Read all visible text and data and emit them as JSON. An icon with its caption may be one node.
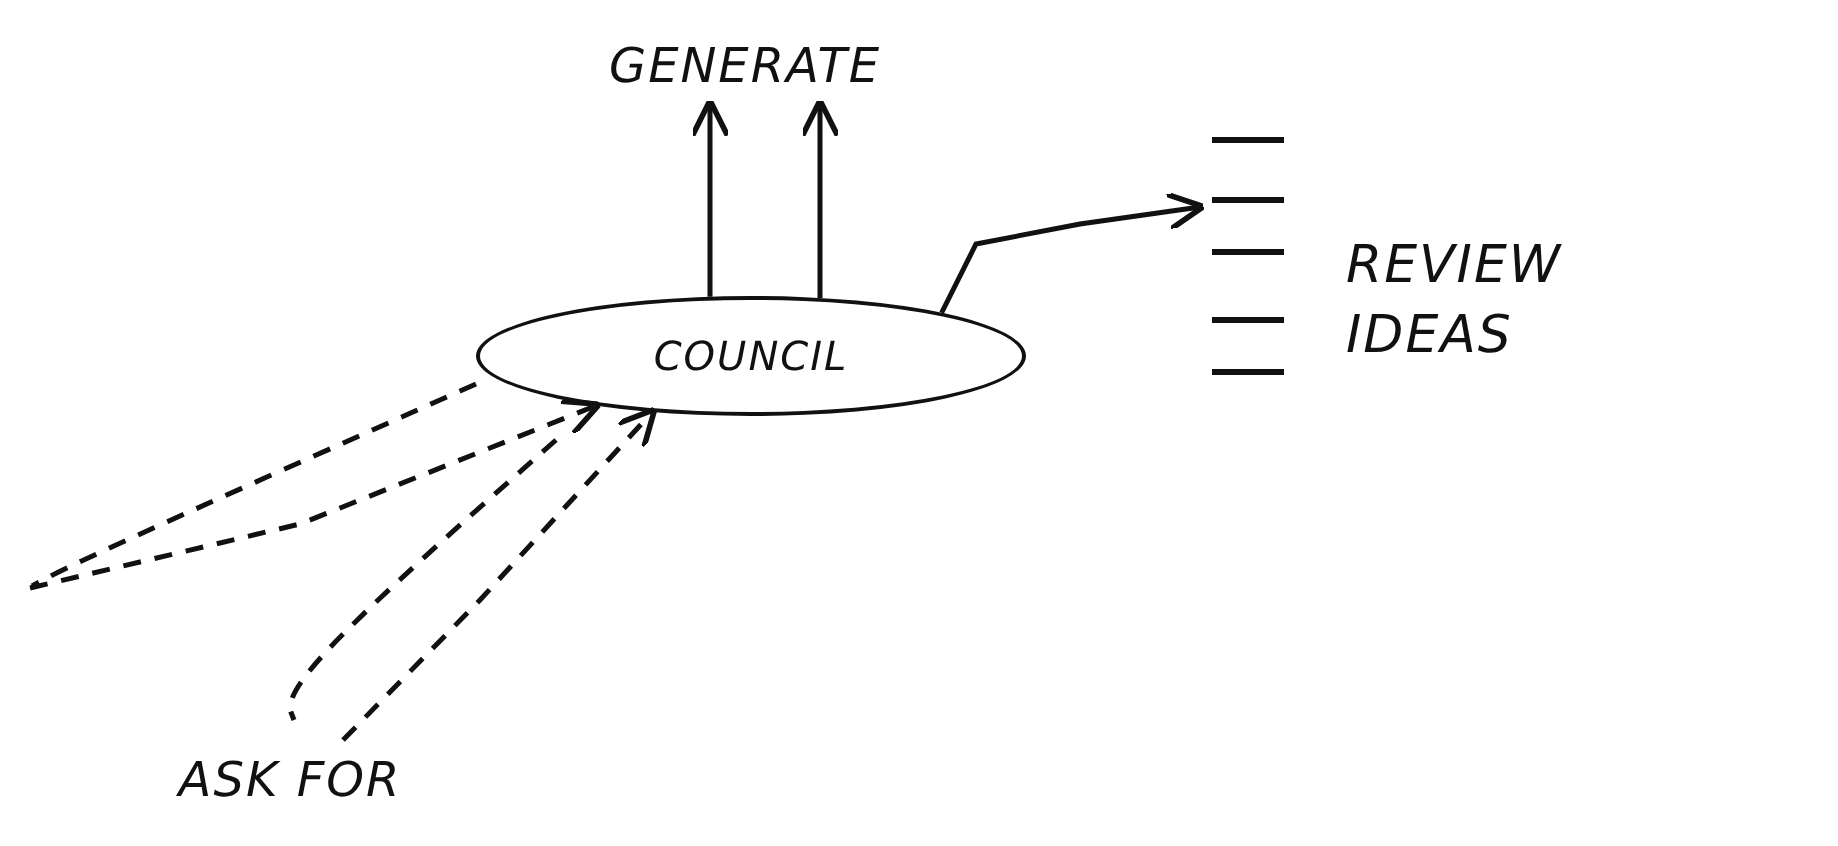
{
  "diagram": {
    "nodes": [
      {
        "text": [
          "COUNCIL"
        ]
      },
      {
        "text": [
          "GENERATE"
        ]
      },
      {
        "text": [],
        "shape": "bar",
        "beside": [
          "REVIEW IDEAS"
        ]
      },
      {
        "text": [
          "ASK FOR"
        ]
      }
    ],
    "edges": [
      {
        "from": 0,
        "to": 1,
        "arrow": "to"
      },
      {
        "from": 0,
        "to": 1,
        "arrow": "to"
      },
      {
        "from": 0,
        "to": 2,
        "arrow": "to"
      },
      {
        "from": null,
        "to": 0,
        "arrow": "to",
        "style": "dashed"
      },
      {
        "from": 3,
        "to": 0,
        "arrow": "to",
        "style": "dashed"
      }
    ]
  }
}
